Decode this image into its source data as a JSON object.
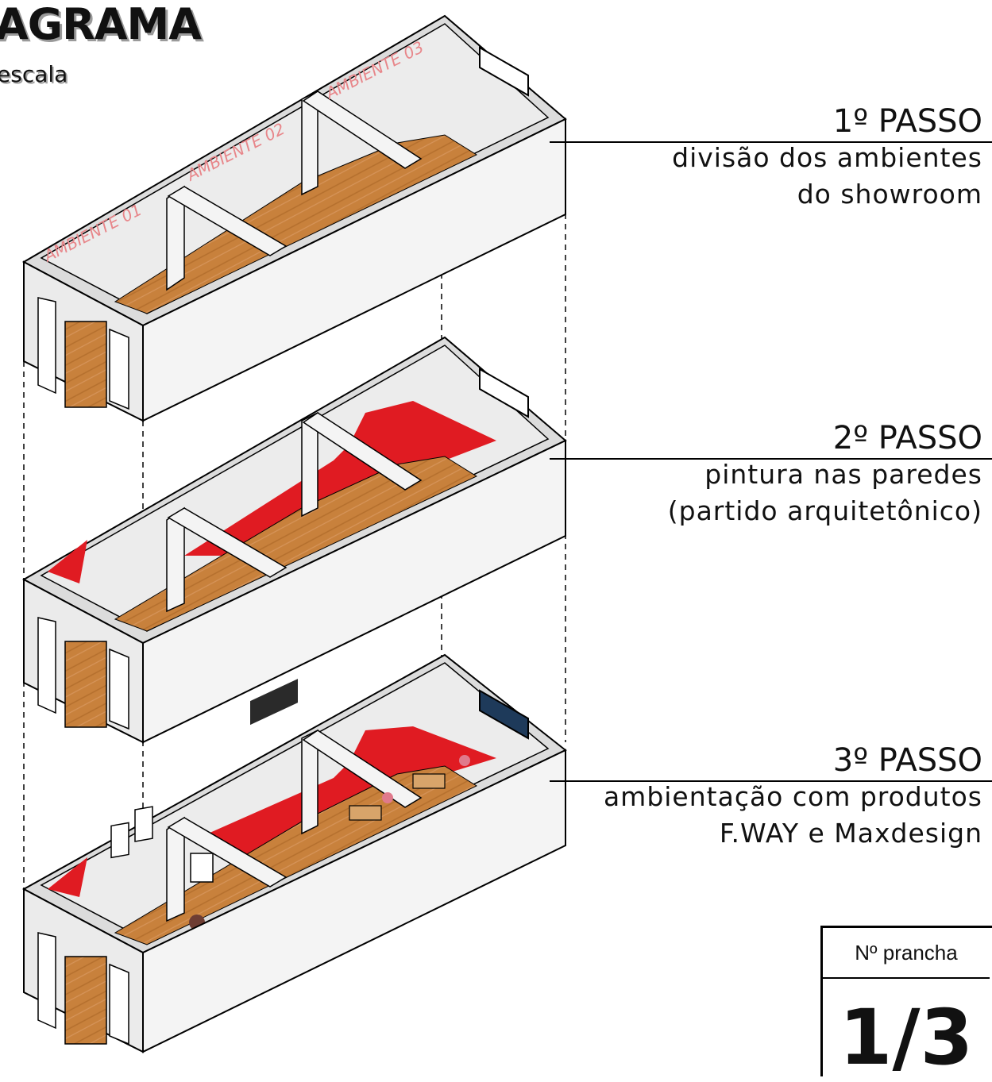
{
  "header": {
    "title": "AGRAMA",
    "subtitle": "escala"
  },
  "labels": {
    "ambiente_01": "AMBIENTE 01",
    "ambiente_02": "AMBIENTE 02",
    "ambiente_03": "AMBIENTE 03"
  },
  "steps": [
    {
      "title": "1º PASSO",
      "lines": [
        "divisão dos ambientes",
        "do showroom"
      ]
    },
    {
      "title": "2º PASSO",
      "lines": [
        "pintura nas paredes",
        "(partido arquitetônico)"
      ]
    },
    {
      "title": "3º PASSO",
      "lines": [
        "ambientação com produtos",
        "F.WAY e Maxdesign"
      ]
    }
  ],
  "prancha": {
    "label": "Nº prancha",
    "number": "1/3"
  },
  "colors": {
    "accent_red": "#e01b22",
    "wall": "#e6e6e6",
    "wall_side": "#f2f2f2",
    "floor": "#c8813c",
    "label_pink": "#e8868a"
  }
}
